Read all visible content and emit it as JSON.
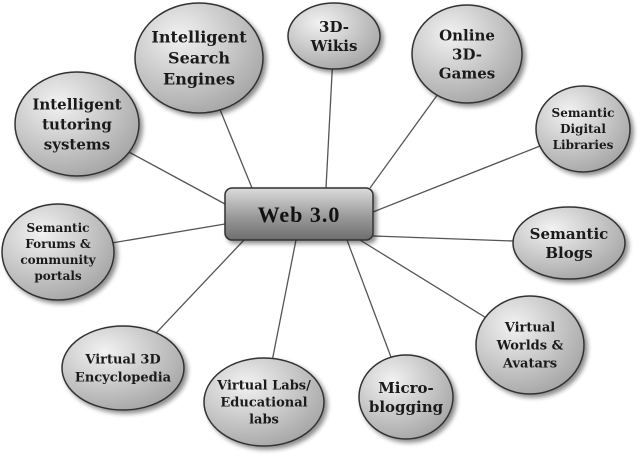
{
  "center": {
    "label": "Web 3.0"
  },
  "nodes": [
    {
      "id": "intelligent-search-engines",
      "lines": [
        "Intelligent",
        "Search",
        "Engines"
      ]
    },
    {
      "id": "3d-wikis",
      "lines": [
        "3D-",
        "Wikis"
      ]
    },
    {
      "id": "online-3d-games",
      "lines": [
        "Online",
        "3D-",
        "Games"
      ]
    },
    {
      "id": "semantic-digital-libraries",
      "lines": [
        "Semantic",
        "Digital",
        "Libraries"
      ]
    },
    {
      "id": "semantic-blogs",
      "lines": [
        "Semantic",
        "Blogs"
      ]
    },
    {
      "id": "virtual-worlds-avatars",
      "lines": [
        "Virtual",
        "Worlds &",
        "Avatars"
      ]
    },
    {
      "id": "micro-blogging",
      "lines": [
        "Micro-",
        "blogging"
      ]
    },
    {
      "id": "virtual-labs",
      "lines": [
        "Virtual Labs/",
        "Educational",
        "labs"
      ]
    },
    {
      "id": "virtual-3d-encyclopedia",
      "lines": [
        "Virtual 3D",
        "Encyclopedia"
      ]
    },
    {
      "id": "semantic-forums",
      "lines": [
        "Semantic",
        "Forums &",
        "community",
        "portals"
      ]
    },
    {
      "id": "intelligent-tutoring-systems",
      "lines": [
        "Intelligent",
        "tutoring",
        "systems"
      ]
    }
  ],
  "colors": {
    "bubble_light": "#f2f2f2",
    "bubble_dark": "#a6a6a6",
    "center_light": "#dcdcdc",
    "center_dark": "#6e6e6e",
    "line": "#555555"
  }
}
